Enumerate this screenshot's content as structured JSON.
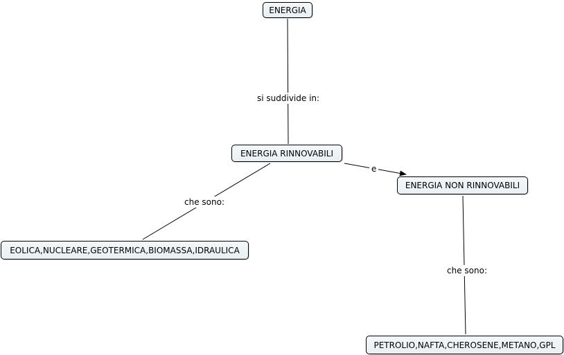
{
  "concept_map": {
    "nodes": {
      "energia": "ENERGIA",
      "rinnovabili": "ENERGIA RINNOVABILI",
      "non_rinnovabili": "ENERGIA NON RINNOVABILI",
      "rinnovabili_list": "EOLICA,NUCLEARE,GEOTERMICA,BIOMASSA,IDRAULICA",
      "non_rinnovabili_list": "PETROLIO,NAFTA,CHEROSENE,METANO,GPL"
    },
    "links": {
      "suddivide": "si suddivide in:",
      "che_sono_1": "che sono:",
      "e": "e",
      "che_sono_2": "che sono:"
    }
  }
}
